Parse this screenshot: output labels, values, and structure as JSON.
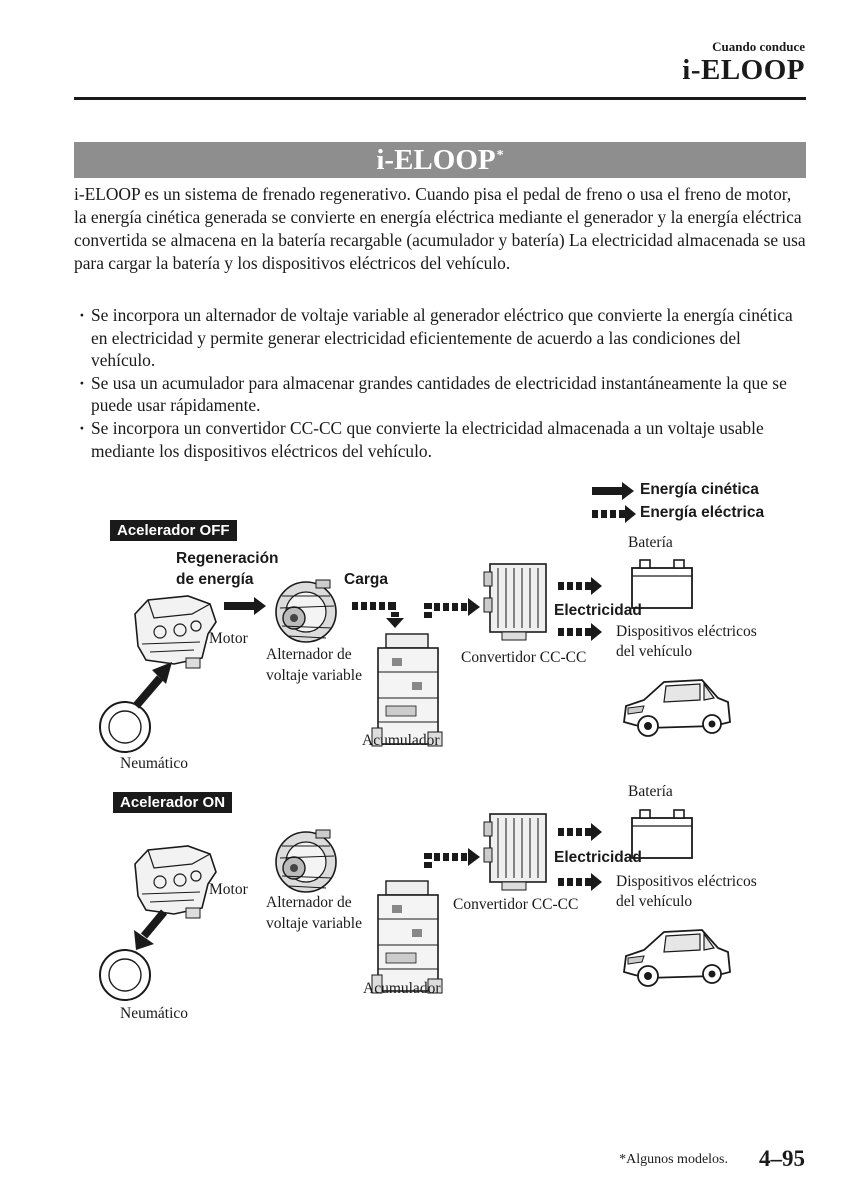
{
  "header": {
    "section": "Cuando conduce",
    "title": "i-ELOOP"
  },
  "banner": {
    "title": "i-ELOOP",
    "mark": "*"
  },
  "intro": "i-ELOOP es un sistema de frenado regenerativo. Cuando pisa el pedal de freno o usa el freno de motor, la energía cinética generada se convierte en energía eléctrica mediante el generador y la energía eléctrica convertida se almacena en la batería recargable (acumulador y batería) La electricidad almacenada se usa para cargar la batería y los dispositivos eléctricos del vehículo.",
  "bullets": [
    "Se incorpora un alternador de voltaje variable al generador eléctrico que convierte la energía cinética en electricidad y permite generar electricidad eficientemente de acuerdo a las condiciones del vehículo.",
    "Se usa un acumulador para almacenar grandes cantidades de electricidad instantáneamente la que se puede usar rápidamente.",
    "Se incorpora un convertidor CC-CC que convierte la electricidad almacenada a un voltaje usable mediante los dispositivos eléctricos del vehículo."
  ],
  "legend": {
    "kinetic": "Energía cinética",
    "electric": "Energía eléctrica"
  },
  "diagram_off": {
    "tag": "Acelerador OFF",
    "regen_line1": "Regeneración",
    "regen_line2": "de energía",
    "charge": "Carga",
    "motor": "Motor",
    "alternator_line1": "Alternador de",
    "alternator_line2": "voltaje variable",
    "accumulator": "Acumulador",
    "converter": "Convertidor CC-CC",
    "battery": "Batería",
    "electricity": "Electricidad",
    "devices_line1": "Dispositivos eléctricos",
    "devices_line2": "del vehículo",
    "tire": "Neumático"
  },
  "diagram_on": {
    "tag": "Acelerador ON",
    "motor": "Motor",
    "alternator_line1": "Alternador de",
    "alternator_line2": "voltaje variable",
    "accumulator": "Acumulador",
    "converter": "Convertidor CC-CC",
    "battery": "Batería",
    "electricity": "Electricidad",
    "devices_line1": "Dispositivos eléctricos",
    "devices_line2": "del vehículo",
    "tire": "Neumático"
  },
  "footer": {
    "footnote": "*Algunos modelos.",
    "page": "4–95"
  }
}
